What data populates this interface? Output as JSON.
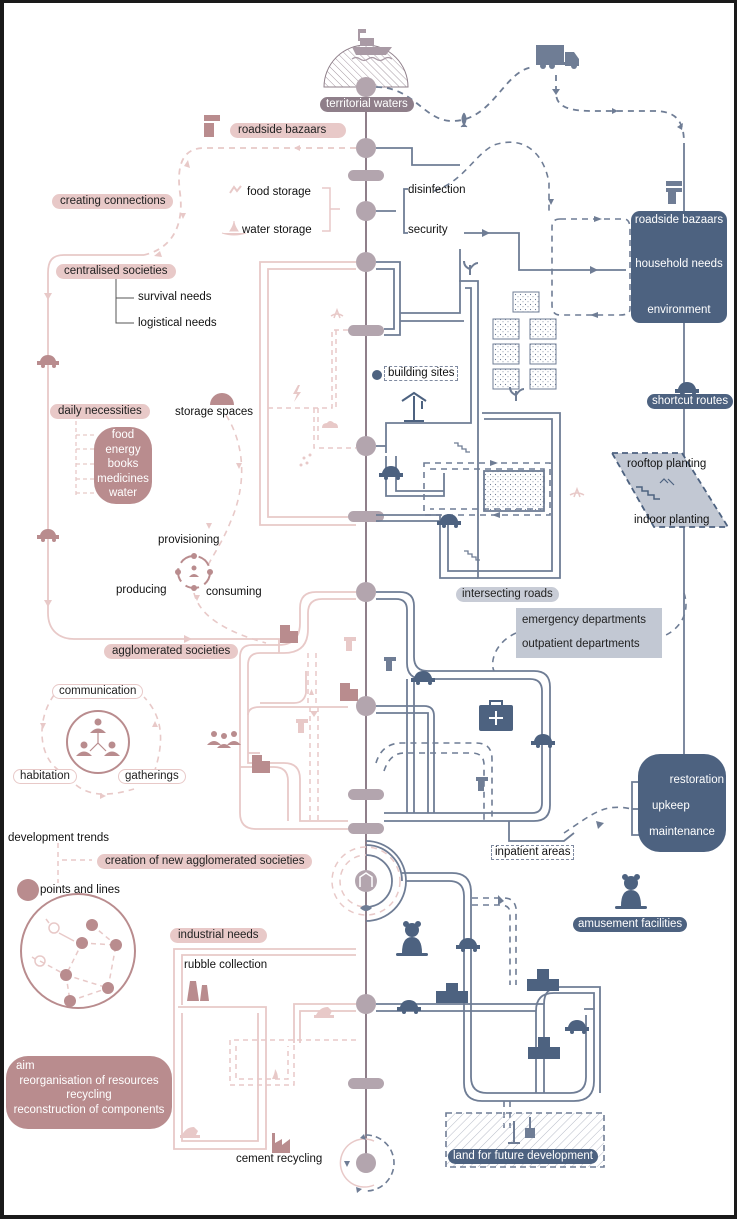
{
  "title": "territorial waters",
  "colors": {
    "spine": "#8f7f8a",
    "node": "#b3a5ae",
    "rose": "#e8c9c8",
    "rose_dark": "#b98c8e",
    "blue": "#4d6280",
    "blue_line": "#6f7d95",
    "light_blue": "#c2c8d3"
  },
  "top": {
    "spine_label": "territorial waters",
    "icons": [
      "ship-icon",
      "truck-icon",
      "fish-icon"
    ]
  },
  "left": {
    "roadside_bazaars": "roadside bazaars",
    "creating_connections": "creating connections",
    "food_storage": "food storage",
    "water_storage": "water storage",
    "centralised_societies": "centralised societies",
    "survival_needs": "survival needs",
    "logistical_needs": "logistical needs",
    "daily_necessities": "daily necessities",
    "necessities_items": [
      "food",
      "energy",
      "books",
      "medicines",
      "water"
    ],
    "storage_spaces": "storage spaces",
    "provisioning": "provisioning",
    "producing": "producing",
    "consuming": "consuming",
    "agglomerated_societies": "agglomerated societies",
    "communication": "communication",
    "habitation": "habitation",
    "gatherings": "gatherings",
    "development_trends": "development trends",
    "creation_new": "creation of new agglomerated societies",
    "points_and_lines": "points and lines",
    "industrial_needs": "industrial needs",
    "rubble_collection": "rubble collection",
    "aim_title": "aim",
    "aim_items": [
      "reorganisation of resources",
      "recycling",
      "reconstruction of components"
    ],
    "cement_recycling": "cement recycling"
  },
  "right": {
    "disinfection": "disinfection",
    "security": "security",
    "bazaar_box": [
      "roadside bazaars",
      "household needs",
      "environment"
    ],
    "building_sites": "building sites",
    "shortcut_routes": "shortcut routes",
    "rooftop_planting": "rooftop planting",
    "indoor_planting": "indoor planting",
    "intersecting_roads": "intersecting roads",
    "departments": [
      "emergency departments",
      "outpatient departments"
    ],
    "maintenance_box": [
      "restoration",
      "upkeep",
      "maintenance"
    ],
    "inpatient_areas": "inpatient areas",
    "amusement_facilities": "amusement facilities",
    "land_future": "land for future development"
  }
}
